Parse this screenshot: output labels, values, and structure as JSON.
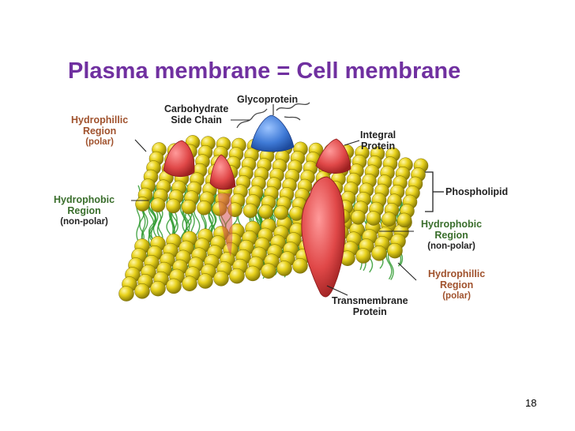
{
  "slide": {
    "title": "Plasma membrane = Cell membrane",
    "page_number": "18"
  },
  "labels": {
    "hydrophilic_top": {
      "line1": "Hydrophillic",
      "line2": "Region",
      "line3": "(polar)"
    },
    "carbohydrate": {
      "line1": "Carbohydrate",
      "line2": "Side Chain"
    },
    "glycoprotein": "Glycoprotein",
    "integral_protein": {
      "line1": "Integral",
      "line2": "Protein"
    },
    "phospholipid": "Phospholipid",
    "hydrophobic_left": {
      "line1": "Hydrophobic",
      "line2": "Region",
      "line3": "(non-polar)"
    },
    "hydrophobic_right": {
      "line1": "Hydrophobic",
      "line2": "Region",
      "line3": "(non-polar)"
    },
    "hydrophilic_bottom": {
      "line1": "Hydrophillic",
      "line2": "Region",
      "line3": "(polar)"
    },
    "transmembrane": {
      "line1": "Transmembrane",
      "line2": "Protein"
    }
  },
  "colors": {
    "title": "#7030a0",
    "phospholipid_head": "#e8d21c",
    "lipid_tail": "#2f9a2f",
    "protein": "#e04848",
    "glycoprotein": "#3f7ad6",
    "label_brown": "#a0522d",
    "label_dark": "#222222",
    "label_green": "#3a6e2c"
  }
}
